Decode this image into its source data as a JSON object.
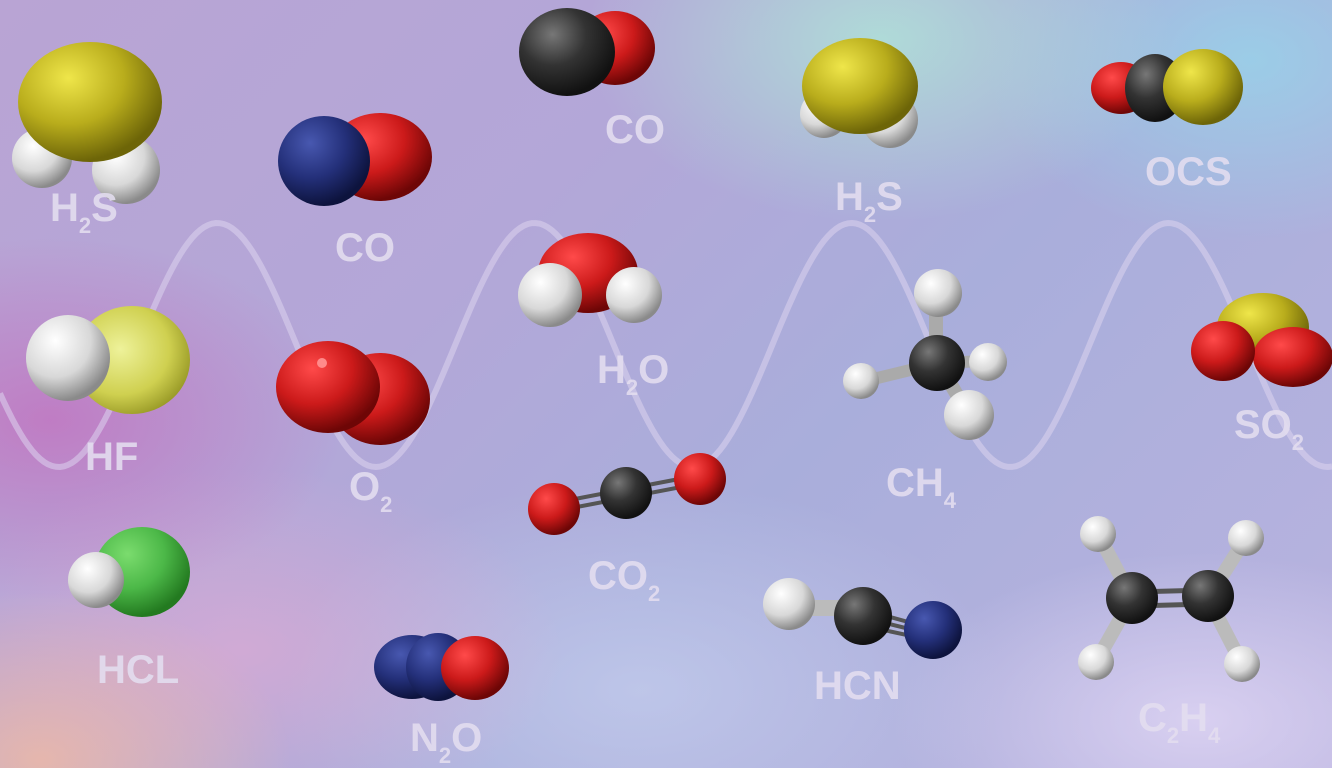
{
  "molecules": [
    {
      "id": "h2s-1",
      "parts": [
        "H",
        "2",
        "S"
      ]
    },
    {
      "id": "co-1",
      "parts": [
        "CO",
        "",
        ""
      ]
    },
    {
      "id": "co-2",
      "parts": [
        "CO",
        "",
        ""
      ]
    },
    {
      "id": "h2s-2",
      "parts": [
        "H",
        "2",
        "S"
      ]
    },
    {
      "id": "ocs",
      "parts": [
        "OCS",
        "",
        ""
      ]
    },
    {
      "id": "h2o",
      "parts": [
        "H",
        "2",
        "O"
      ]
    },
    {
      "id": "hf",
      "parts": [
        "HF",
        "",
        ""
      ]
    },
    {
      "id": "o2",
      "parts": [
        "O",
        "2",
        ""
      ]
    },
    {
      "id": "ch4",
      "parts": [
        "CH",
        "4",
        ""
      ]
    },
    {
      "id": "so2",
      "parts": [
        "SO",
        "2",
        ""
      ]
    },
    {
      "id": "co2",
      "parts": [
        "CO",
        "2",
        ""
      ]
    },
    {
      "id": "hcl",
      "parts": [
        "HCL",
        "",
        ""
      ]
    },
    {
      "id": "n2o",
      "parts": [
        "N",
        "2",
        "O"
      ]
    },
    {
      "id": "hcn",
      "parts": [
        "HCN",
        "",
        ""
      ]
    },
    {
      "id": "c2h4",
      "parts": [
        "C",
        "2",
        "H"
      ],
      "suffix": "4"
    }
  ],
  "colors": {
    "sulfur": "#b9ad1c",
    "hydrogen": "#e8e8e8",
    "carbon": "#333333",
    "oxygen": "#cc1a1a",
    "nitrogen": "#24307a",
    "chlorine": "#4cb848",
    "fluorine": "#cfd050",
    "label": "#e4def0",
    "wave": "#c8bfe0"
  }
}
